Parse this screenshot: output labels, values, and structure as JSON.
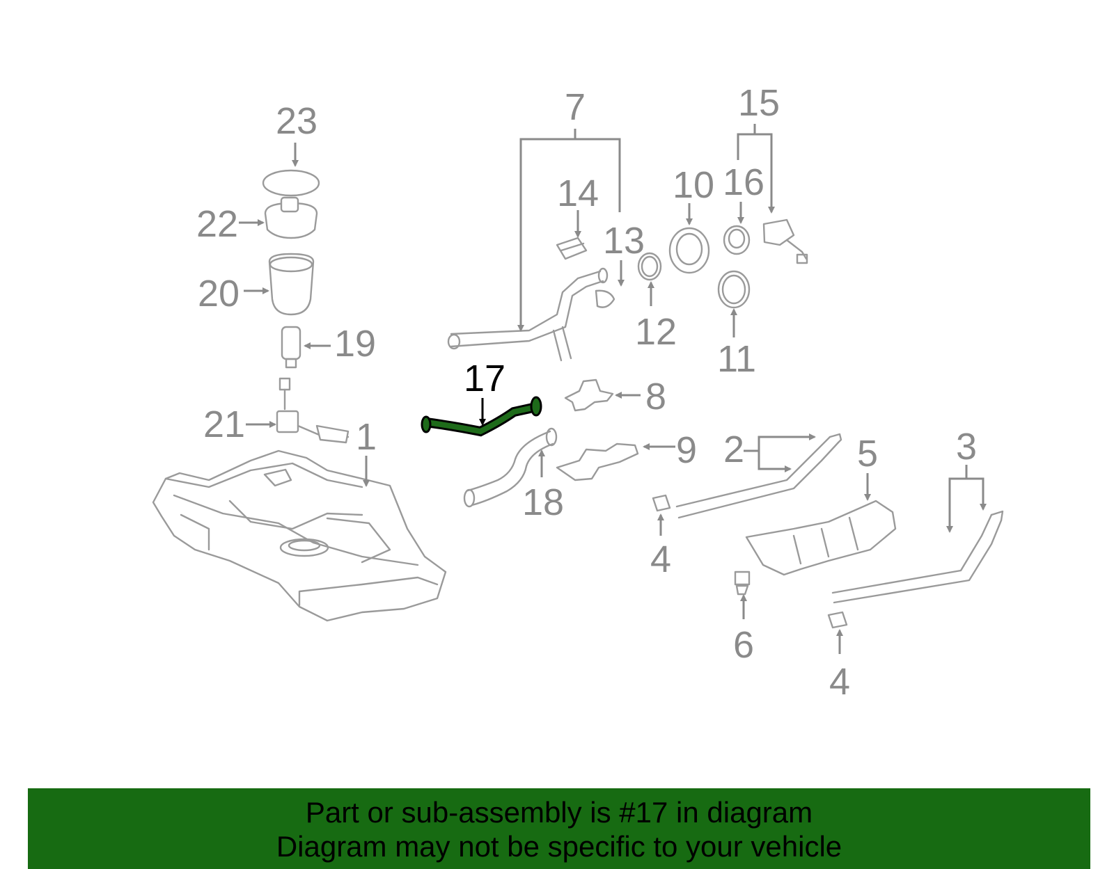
{
  "callouts": {
    "c1": "1",
    "c2": "2",
    "c3": "3",
    "c4a": "4",
    "c4b": "4",
    "c5": "5",
    "c6": "6",
    "c7": "7",
    "c8": "8",
    "c9": "9",
    "c10": "10",
    "c11": "11",
    "c12": "12",
    "c13": "13",
    "c14": "14",
    "c15": "15",
    "c16": "16",
    "c17": "17",
    "c18": "18",
    "c19": "19",
    "c20": "20",
    "c21": "21",
    "c22": "22",
    "c23": "23"
  },
  "highlighted_part": "17",
  "colors": {
    "banner": "#176b12",
    "line_art": "#9a9a9a",
    "highlight": "#000000",
    "highlight_fill": "#1e6b1a"
  },
  "banner": {
    "line1": "Part or sub-assembly is #17 in diagram",
    "line2": "Diagram may not be specific to your vehicle"
  }
}
